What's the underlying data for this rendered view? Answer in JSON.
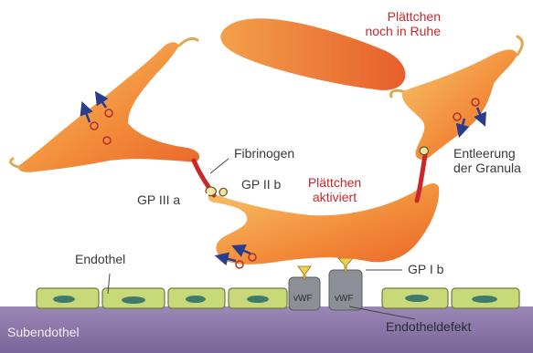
{
  "labels": {
    "resting_platelet_line1": "Plättchen",
    "resting_platelet_line2": "noch in Ruhe",
    "fibrinogen": "Fibrinogen",
    "gp_iii_a": "GP III a",
    "gp_ii_b": "GP II b",
    "activated_platelet_line1": "Plättchen",
    "activated_platelet_line2": "aktiviert",
    "granula_line1": "Entleerung",
    "granula_line2": "der Granula",
    "endothel": "Endothel",
    "gp_i_b": "GP I b",
    "vwf_left": "vWF",
    "vwf_right": "vWF",
    "subendothel": "Subendothel",
    "endotheldefekt": "Endotheldefekt"
  },
  "colors": {
    "platelet_orange": "#f07f2e",
    "platelet_light": "#f6b560",
    "fibrinogen_red": "#c8282a",
    "label_red": "#c8282a",
    "arrow_blue": "#2a3c8c",
    "endothel_green": "#c8d97a",
    "nucleus_teal": "#3f7a6a",
    "subendothel_purple": "#8a76a8",
    "vwf_gray": "#8c9096",
    "receptor_yellow": "#f0d24a"
  }
}
